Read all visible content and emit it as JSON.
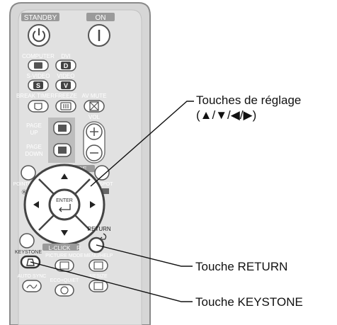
{
  "remote": {
    "standby_label": "STANDBY",
    "on_label": "ON",
    "computer_label": "COMPUTER",
    "dvi_label": "DVI",
    "dvi_key": "D",
    "svideo_label": "S-VIDEO",
    "svideo_key": "S",
    "video_label": "VIDEO",
    "video_key": "V",
    "break_timer_label": "BREAK TIMER",
    "freeze_label": "FREEZE",
    "av_mute_label": "AV MUTE",
    "vol_label": "VOL",
    "page_up_label_1": "PAGE",
    "page_up_label_2": "UP",
    "page_down_label_1": "PAGE",
    "page_down_label_2": "DOWN",
    "mouse_label": "MOUSE",
    "pointer_label": "POINTER",
    "spot_label": "SPOT",
    "enter_label": "ENTER",
    "return_label": "RETURN",
    "lclick_label": "L-CLICK",
    "rclick_label": "R",
    "keystone_label": "KEYSTONE",
    "picture_mode_label": "PICTURE MODE",
    "menu_help_label": "MENU/HELP",
    "auto_sync_label": "AUTO SYNC",
    "eco_quiet_label": "ECO+QUIET",
    "resize_label": "RESIZE"
  },
  "callouts": {
    "adjust_line1": "Touches de réglage",
    "adjust_line2": "(▲/▼/◀/▶)",
    "return_key": "Touche RETURN",
    "keystone_key": "Touche KEYSTONE"
  },
  "colors": {
    "remote_body": "#d6d6d6",
    "remote_outline": "#8a8a8a",
    "key_fill": "#ffffff",
    "label_light": "#ffffff",
    "label_dark": "#333333",
    "callout_line": "#111111"
  }
}
